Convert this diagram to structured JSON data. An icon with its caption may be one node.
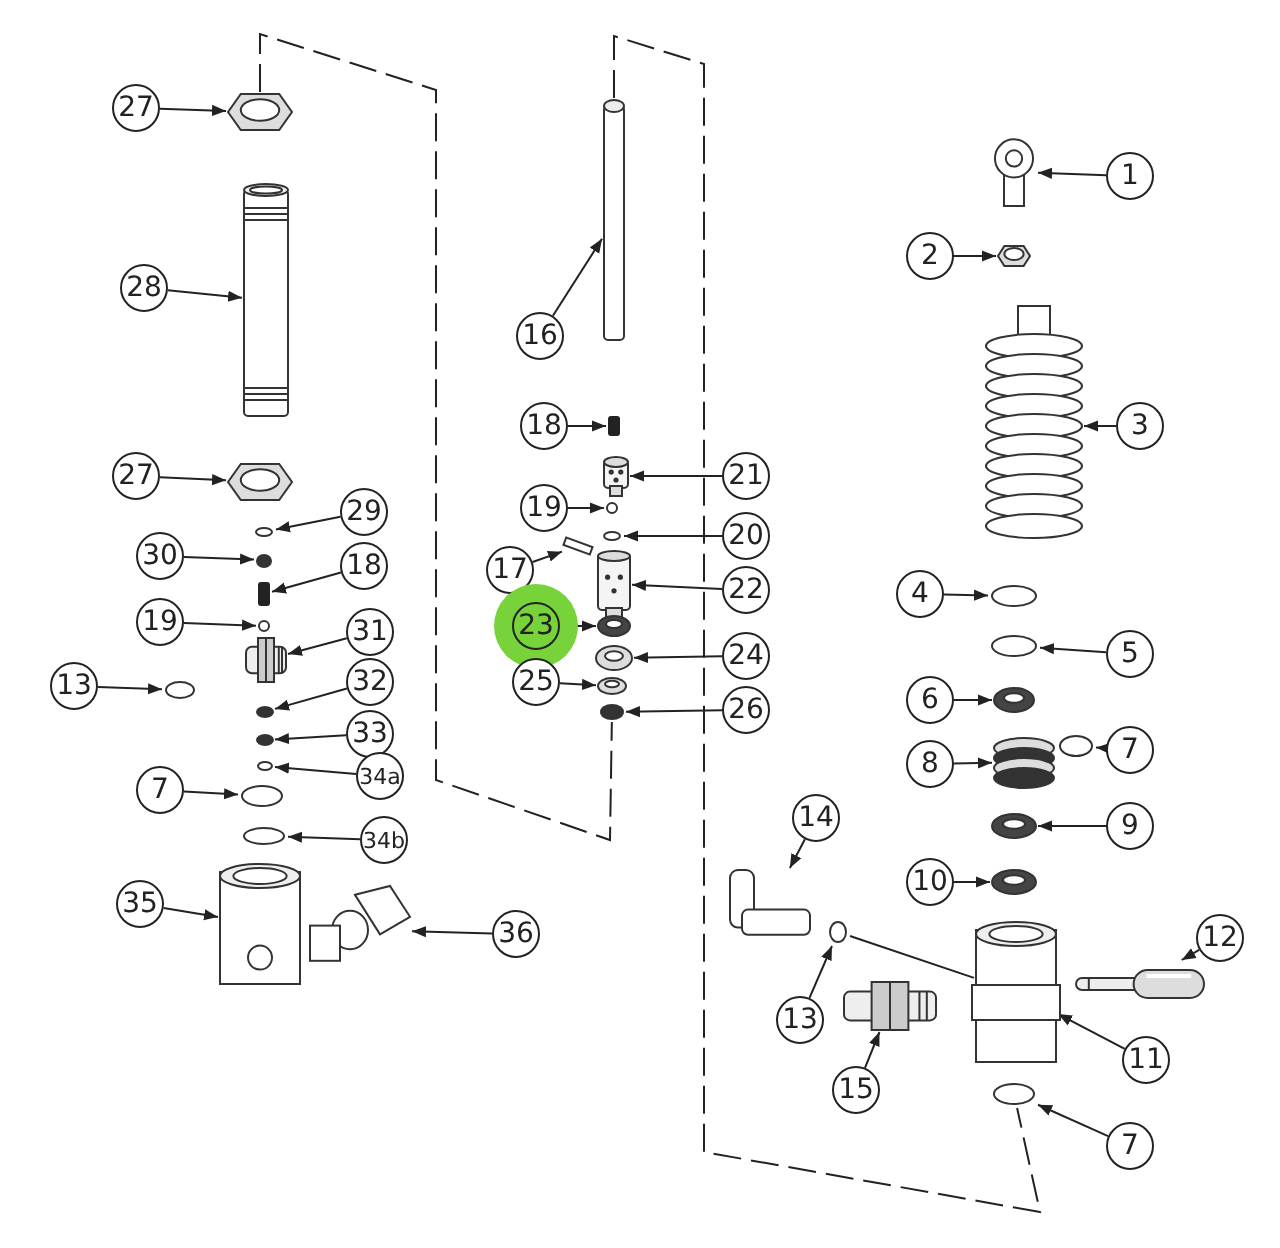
{
  "diagram": {
    "nodes": [
      {
        "text": [
          "1"
        ]
      },
      {
        "text": [
          "2"
        ]
      },
      {
        "text": [
          "3"
        ]
      },
      {
        "text": [
          "4"
        ]
      },
      {
        "text": [
          "5"
        ]
      },
      {
        "text": [
          "6"
        ]
      },
      {
        "text": [
          "7"
        ]
      },
      {
        "text": [
          "8"
        ]
      },
      {
        "text": [
          "9"
        ]
      },
      {
        "text": [
          "10"
        ]
      },
      {
        "text": [
          "11"
        ]
      },
      {
        "text": [
          "12"
        ]
      },
      {
        "text": [
          "13"
        ]
      },
      {
        "text": [
          "14"
        ]
      },
      {
        "text": [
          "15"
        ]
      },
      {
        "text": [
          "7"
        ]
      },
      {
        "text": [
          "16"
        ]
      },
      {
        "text": [
          "18"
        ]
      },
      {
        "text": [
          "21"
        ]
      },
      {
        "text": [
          "19"
        ]
      },
      {
        "text": [
          "20"
        ]
      },
      {
        "text": [
          "17"
        ]
      },
      {
        "text": [
          "22"
        ]
      },
      {
        "text": [
          "23"
        ]
      },
      {
        "text": [
          "24"
        ]
      },
      {
        "text": [
          "25"
        ]
      },
      {
        "text": [
          "26"
        ]
      },
      {
        "text": [
          "27"
        ]
      },
      {
        "text": [
          "28"
        ]
      },
      {
        "text": [
          "27"
        ]
      },
      {
        "text": [
          "29"
        ]
      },
      {
        "text": [
          "30"
        ]
      },
      {
        "text": [
          "18"
        ]
      },
      {
        "text": [
          "19"
        ]
      },
      {
        "text": [
          "31"
        ]
      },
      {
        "text": [
          "13"
        ]
      },
      {
        "text": [
          "32"
        ]
      },
      {
        "text": [
          "33"
        ]
      },
      {
        "text": [
          "34a"
        ]
      },
      {
        "text": [
          "7"
        ]
      },
      {
        "text": [
          "34b"
        ]
      },
      {
        "text": [
          "35"
        ]
      },
      {
        "text": [
          "36"
        ]
      },
      {
        "text": [],
        "shape": "picture"
      },
      {
        "text": [],
        "shape": "picture"
      },
      {
        "text": [],
        "shape": "picture"
      },
      {
        "text": [],
        "shape": "circle"
      },
      {
        "text": [],
        "shape": "circle"
      },
      {
        "text": [],
        "shape": "picture"
      },
      {
        "text": [],
        "shape": "circle"
      },
      {
        "text": [],
        "shape": "picture"
      },
      {
        "text": [],
        "shape": "picture"
      },
      {
        "text": [],
        "shape": "picture"
      },
      {
        "text": [],
        "shape": "picture"
      },
      {
        "text": [],
        "shape": "picture"
      },
      {
        "text": [],
        "shape": "circle"
      },
      {
        "text": [],
        "shape": "picture"
      },
      {
        "text": [],
        "shape": "picture"
      },
      {
        "text": [],
        "shape": "circle"
      },
      {
        "text": [],
        "shape": "bar"
      },
      {
        "text": [],
        "shape": "bar"
      },
      {
        "text": [],
        "shape": "picture"
      },
      {
        "text": [],
        "shape": "circle"
      },
      {
        "text": [],
        "shape": "circle"
      },
      {
        "text": [],
        "shape": "bar"
      },
      {
        "text": [],
        "shape": "picture"
      },
      {
        "text": [],
        "shape": "picture"
      },
      {
        "text": [],
        "shape": "picture"
      },
      {
        "text": [],
        "shape": "picture"
      },
      {
        "text": [],
        "shape": "circle"
      },
      {
        "text": [],
        "shape": "picture"
      },
      {
        "text": [],
        "shape": "picture"
      },
      {
        "text": [],
        "shape": "picture"
      },
      {
        "text": [],
        "shape": "circle"
      },
      {
        "text": [],
        "shape": "circle"
      },
      {
        "text": [],
        "shape": "bar"
      },
      {
        "text": [],
        "shape": "circle"
      },
      {
        "text": [],
        "shape": "picture"
      },
      {
        "text": [],
        "shape": "circle"
      },
      {
        "text": [],
        "shape": "circle"
      },
      {
        "text": [],
        "shape": "circle"
      },
      {
        "text": [],
        "shape": "circle"
      },
      {
        "text": [],
        "shape": "circle"
      },
      {
        "text": [],
        "shape": "circle"
      },
      {
        "text": [],
        "shape": "picture"
      },
      {
        "text": [],
        "shape": "picture"
      }
    ],
    "edges": [
      {
        "from": 0,
        "to": 43,
        "arrow": "to"
      },
      {
        "from": 1,
        "to": 44,
        "arrow": "to"
      },
      {
        "from": 2,
        "to": 45,
        "arrow": "to"
      },
      {
        "from": 3,
        "to": 46,
        "arrow": "to"
      },
      {
        "from": 4,
        "to": 47,
        "arrow": "to"
      },
      {
        "from": 5,
        "to": 48,
        "arrow": "to"
      },
      {
        "from": 6,
        "to": 49,
        "arrow": "to"
      },
      {
        "from": 7,
        "to": 50,
        "arrow": "to"
      },
      {
        "from": 8,
        "to": 51,
        "arrow": "to"
      },
      {
        "from": 9,
        "to": 52,
        "arrow": "to"
      },
      {
        "from": 10,
        "to": 53,
        "arrow": "to"
      },
      {
        "from": 11,
        "to": 54,
        "arrow": "to"
      },
      {
        "from": 12,
        "to": 55,
        "arrow": "to"
      },
      {
        "from": 13,
        "to": 56,
        "arrow": "to"
      },
      {
        "from": 14,
        "to": 57,
        "arrow": "to"
      },
      {
        "from": 15,
        "to": 58,
        "arrow": "to"
      },
      {
        "from": 16,
        "to": 59,
        "arrow": "to"
      },
      {
        "from": 17,
        "to": 60,
        "arrow": "to"
      },
      {
        "from": 18,
        "to": 61,
        "arrow": "to"
      },
      {
        "from": 19,
        "to": 62,
        "arrow": "to"
      },
      {
        "from": 20,
        "to": 63,
        "arrow": "to"
      },
      {
        "from": 21,
        "to": 64,
        "arrow": "to"
      },
      {
        "from": 22,
        "to": 65,
        "arrow": "to"
      },
      {
        "from": 23,
        "to": 66,
        "arrow": "to"
      },
      {
        "from": 24,
        "to": 67,
        "arrow": "to"
      },
      {
        "from": 25,
        "to": 68,
        "arrow": "to"
      },
      {
        "from": 26,
        "to": 69,
        "arrow": "to"
      },
      {
        "from": 27,
        "to": 70,
        "arrow": "to"
      },
      {
        "from": 28,
        "to": 71,
        "arrow": "to"
      },
      {
        "from": 29,
        "to": 72,
        "arrow": "to"
      },
      {
        "from": 30,
        "to": 73,
        "arrow": "to"
      },
      {
        "from": 31,
        "to": 74,
        "arrow": "to"
      },
      {
        "from": 32,
        "to": 75,
        "arrow": "to"
      },
      {
        "from": 33,
        "to": 76,
        "arrow": "to"
      },
      {
        "from": 34,
        "to": 77,
        "arrow": "to"
      },
      {
        "from": 35,
        "to": 78,
        "arrow": "to"
      },
      {
        "from": 36,
        "to": 79,
        "arrow": "to"
      },
      {
        "from": 37,
        "to": 80,
        "arrow": "to"
      },
      {
        "from": 38,
        "to": 81,
        "arrow": "to"
      },
      {
        "from": 39,
        "to": 82,
        "arrow": "to"
      },
      {
        "from": 40,
        "to": 83,
        "arrow": "to"
      },
      {
        "from": 41,
        "to": 84,
        "arrow": "to"
      },
      {
        "from": 42,
        "to": 85,
        "arrow": "to"
      },
      {
        "from": 70,
        "to": 69,
        "arrow": "none",
        "style": "dashed"
      },
      {
        "from": 59,
        "to": 58,
        "arrow": "none",
        "style": "dashed"
      },
      {
        "from": 55,
        "to": 53,
        "arrow": "none"
      }
    ]
  }
}
